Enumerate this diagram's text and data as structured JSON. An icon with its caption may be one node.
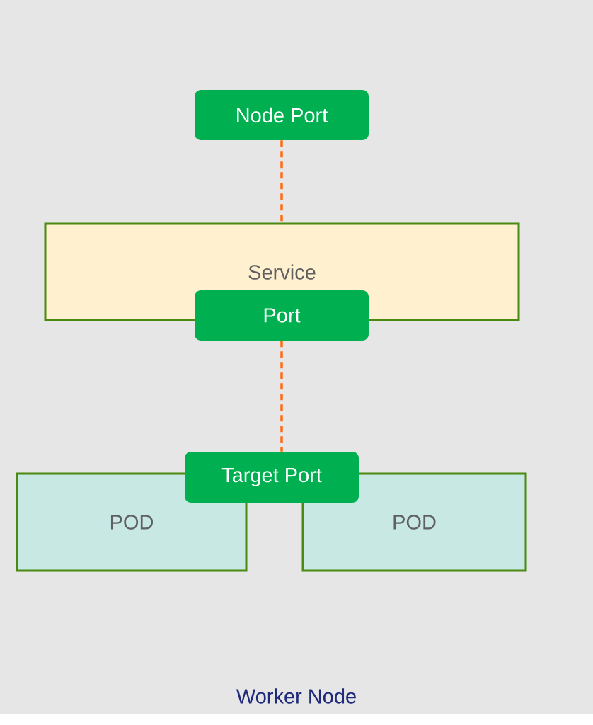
{
  "diagram": {
    "nodes": [
      {
        "text": [
          "Worker Node"
        ]
      },
      {
        "text": [
          "Node Port"
        ],
        "in": 0
      },
      {
        "text": [
          "Service"
        ],
        "in": 0
      },
      {
        "text": [
          "Port"
        ],
        "in": 0
      },
      {
        "text": [
          "Target Port"
        ],
        "in": 0
      },
      {
        "text": [
          "POD"
        ],
        "in": 0
      },
      {
        "text": [
          "POD"
        ],
        "in": 0
      }
    ],
    "edges": [
      {
        "from": 1,
        "to": 2,
        "arrow": "none",
        "style": "dashed"
      },
      {
        "from": 3,
        "to": 4,
        "arrow": "none",
        "style": "dashed"
      }
    ]
  }
}
